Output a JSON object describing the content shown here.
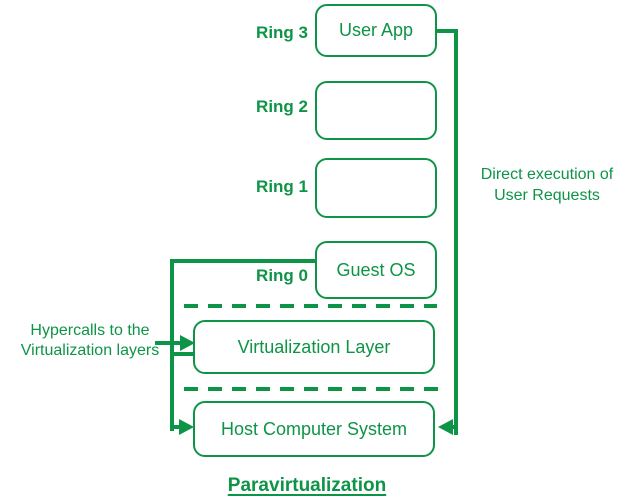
{
  "colors": {
    "accent_green": "#0E9447",
    "background": "#FFFFFF"
  },
  "diagram": {
    "rings": [
      {
        "label": "Ring 3",
        "box": "User App"
      },
      {
        "label": "Ring 2",
        "box": ""
      },
      {
        "label": "Ring 1",
        "box": ""
      },
      {
        "label": "Ring 0",
        "box": "Guest OS"
      }
    ],
    "layers": {
      "virtualization": "Virtualization Layer",
      "host": "Host Computer System"
    },
    "annotations": {
      "hypercalls_line1": "Hypercalls to the",
      "hypercalls_line2": "Virtualization layers",
      "direct_line1": "Direct execution of",
      "direct_line2": "User Requests"
    },
    "title": "Paravirtualization"
  }
}
